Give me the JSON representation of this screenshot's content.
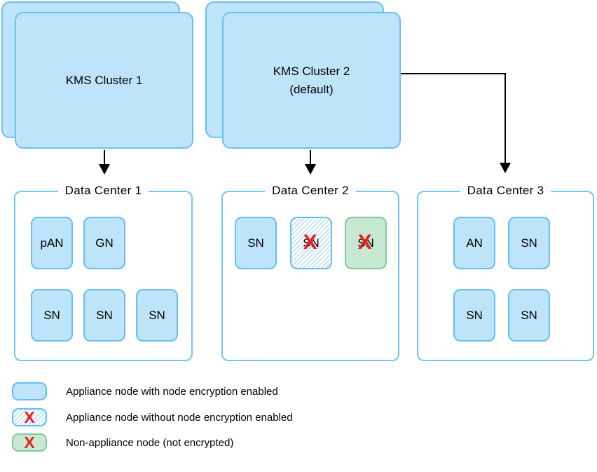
{
  "clusters": [
    {
      "label": "KMS Cluster 1",
      "sublabel": ""
    },
    {
      "label": "KMS Cluster 2",
      "sublabel": "(default)"
    }
  ],
  "data_centers": [
    {
      "title": "Data Center 1",
      "nodes": [
        {
          "label": "pAN",
          "type": "appliance_encrypted"
        },
        {
          "label": "GN",
          "type": "appliance_encrypted"
        },
        {
          "label": "SN",
          "type": "appliance_encrypted"
        },
        {
          "label": "SN",
          "type": "appliance_encrypted"
        },
        {
          "label": "SN",
          "type": "appliance_encrypted"
        }
      ]
    },
    {
      "title": "Data Center 2",
      "nodes": [
        {
          "label": "SN",
          "type": "appliance_encrypted"
        },
        {
          "label": "SN",
          "type": "appliance_unencrypted"
        },
        {
          "label": "SN",
          "type": "non_appliance"
        }
      ]
    },
    {
      "title": "Data Center 3",
      "nodes": [
        {
          "label": "AN",
          "type": "appliance_encrypted"
        },
        {
          "label": "SN",
          "type": "appliance_encrypted"
        },
        {
          "label": "SN",
          "type": "appliance_encrypted"
        },
        {
          "label": "SN",
          "type": "appliance_encrypted"
        }
      ]
    }
  ],
  "legend": [
    {
      "swatch": "appliance_encrypted",
      "label": "Appliance node with node encryption enabled"
    },
    {
      "swatch": "appliance_unencrypted",
      "label": "Appliance node without node encryption enabled"
    },
    {
      "swatch": "non_appliance",
      "label": "Non-appliance node (not encrypted)"
    }
  ],
  "x_mark": "X",
  "colors": {
    "node_fill": "#BEE4F9",
    "node_border": "#64BFF2",
    "dc_border": "#6FC7F7",
    "hatch_stripe": "#B9DFF4",
    "green_fill": "#C7E8D1",
    "green_border": "#7FC99D",
    "red_x": "#E8201E",
    "connector": "#000000"
  }
}
